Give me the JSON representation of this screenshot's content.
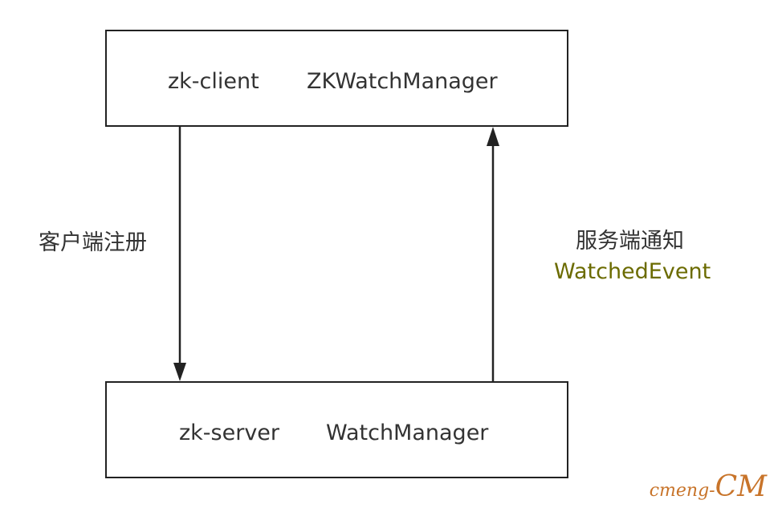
{
  "diagram": {
    "client": {
      "name": "zk-client",
      "manager": "ZKWatchManager"
    },
    "server": {
      "name": "zk-server",
      "manager": "WatchManager"
    },
    "register_label": "客户端注册",
    "notify_label": "服务端通知",
    "event_label": "WatchedEvent"
  },
  "watermark": {
    "small_text": "cmeng-",
    "big_text": "CM"
  },
  "colors": {
    "border": "#222222",
    "text": "#333333",
    "event_text": "#6b6b00",
    "watermark": "#c8742a"
  }
}
